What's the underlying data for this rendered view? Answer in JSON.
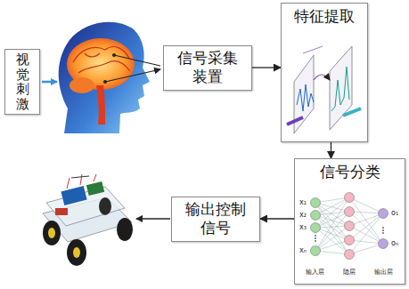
{
  "diagram": {
    "nodes": [
      {
        "text": [
          "视觉刺激"
        ]
      },
      {
        "text": [
          "信号采集 装置"
        ]
      },
      {
        "text": [
          "特征提取"
        ]
      },
      {
        "text": [
          "信号分类"
        ]
      },
      {
        "text": [
          "输出控制 信号"
        ]
      }
    ],
    "edges": [
      {
        "from": 1,
        "to": 2,
        "arrow": "to"
      },
      {
        "from": 2,
        "to": 3,
        "arrow": "to"
      },
      {
        "from": 3,
        "to": 4,
        "arrow": "to"
      }
    ],
    "labels": [
      "x₁",
      "x₂",
      "x₃",
      "xₙ",
      "o₁",
      "oₙ",
      "输入层",
      "隐层",
      "输出层"
    ]
  }
}
